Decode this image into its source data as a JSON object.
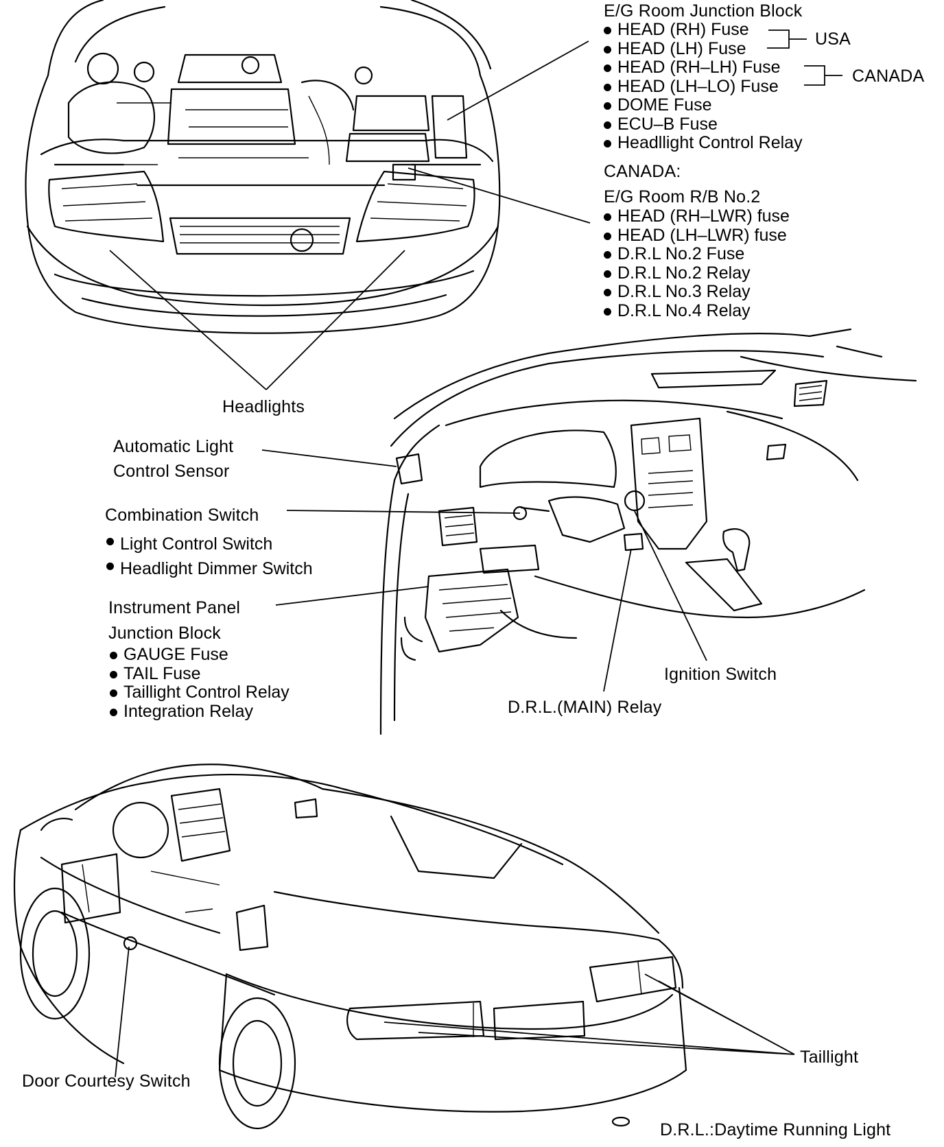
{
  "eg_room_jb": {
    "title": "E/G Room Junction Block",
    "items": [
      "HEAD (RH) Fuse",
      "HEAD (LH) Fuse",
      "HEAD (RH–LH) Fuse",
      "HEAD (LH–LO) Fuse",
      "DOME Fuse",
      "ECU–B Fuse",
      "Headllight Control Relay"
    ],
    "usa_label": "USA",
    "canada_label": "CANADA"
  },
  "canada_rb": {
    "heading": "CANADA:",
    "title": "E/G Room R/B No.2",
    "items": [
      "HEAD (RH–LWR) fuse",
      "HEAD (LH–LWR) fuse",
      "D.R.L No.2 Fuse",
      "D.R.L No.2 Relay",
      "D.R.L No.3 Relay",
      "D.R.L No.4 Relay"
    ]
  },
  "labels": {
    "headlights": "Headlights",
    "auto_light_sensor_line1": "Automatic Light",
    "auto_light_sensor_line2": "Control Sensor",
    "combination_switch": "Combination Switch",
    "ignition_switch": "Ignition Switch",
    "drl_main_relay": "D.R.L.(MAIN) Relay",
    "taillight": "Taillight",
    "door_courtesy_switch": "Door Courtesy Switch",
    "footnote": "D.R.L.:Daytime Running Light"
  },
  "combination_switch_items": [
    "Light Control Switch",
    "Headlight Dimmer Switch"
  ],
  "ip_jb": {
    "title_line1": "Instrument Panel",
    "title_line2": "Junction Block",
    "items": [
      "GAUGE Fuse",
      "TAIL Fuse",
      "Taillight Control Relay",
      "Integration Relay"
    ]
  }
}
